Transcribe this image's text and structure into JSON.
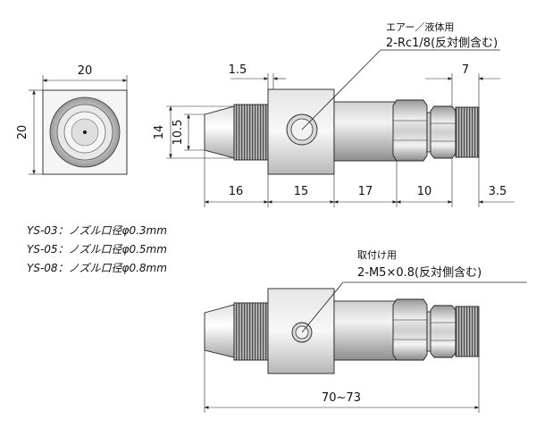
{
  "end_view": {
    "width": "20",
    "height": "20"
  },
  "side_view": {
    "port_note": {
      "line1": "エアー／液体用",
      "line2": "2-Rc1/8(反対側含む)"
    },
    "dims": {
      "offset_top": "1.5",
      "end_length": "7",
      "height_outer": "14",
      "height_tip": "10.5",
      "seg_1": "16",
      "seg_2": "15",
      "seg_3": "17",
      "seg_4": "10",
      "seg_5": "3.5"
    }
  },
  "specs": [
    "YS-03：ノズル口径φ0.3mm",
    "YS-05：ノズル口径φ0.5mm",
    "YS-08：ノズル口径φ0.8mm"
  ],
  "bottom_view": {
    "mount_note": {
      "line1": "取付け用",
      "line2": "2-M5×0.8(反対側含む)"
    },
    "overall_length": "70~73"
  }
}
